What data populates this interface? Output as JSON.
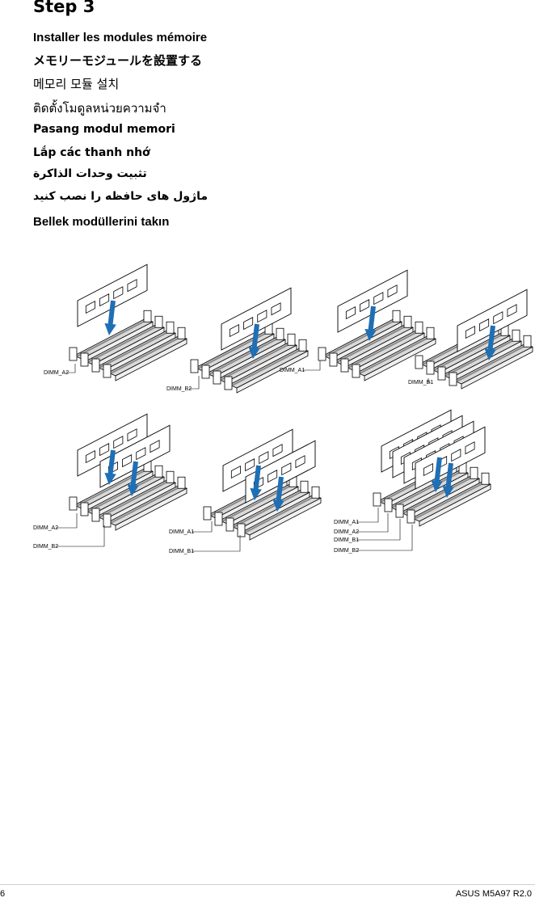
{
  "heading": "Step 3",
  "instructions": {
    "english_fr": "Installer les modules mémoire",
    "japanese": "メモリーモジュールを設置する",
    "korean": "메모리 모듈 설치",
    "thai": "ติดตั้งโมดูลหน่วยความจำ",
    "indonesian": "Pasang modul memori",
    "vietnamese": "Lắp các thanh nhớ",
    "arabic": "تثبيت وحدات الذاكرة",
    "persian": "ماژول های حافظه را نصب کنید",
    "turkish": "Bellek modüllerini takın"
  },
  "diagram_labels": {
    "dimm_a1": "DIMM_A1",
    "dimm_a2": "DIMM_A2",
    "dimm_b1": "DIMM_B1",
    "dimm_b2": "DIMM_B2"
  },
  "colors": {
    "arrow": "#1f6fb5",
    "slot": "#d9d9d9",
    "slot_dark": "#8a8a8a",
    "module": "#ffffff"
  },
  "footer": {
    "page_number": "6",
    "product": "ASUS M5A97 R2.0"
  }
}
